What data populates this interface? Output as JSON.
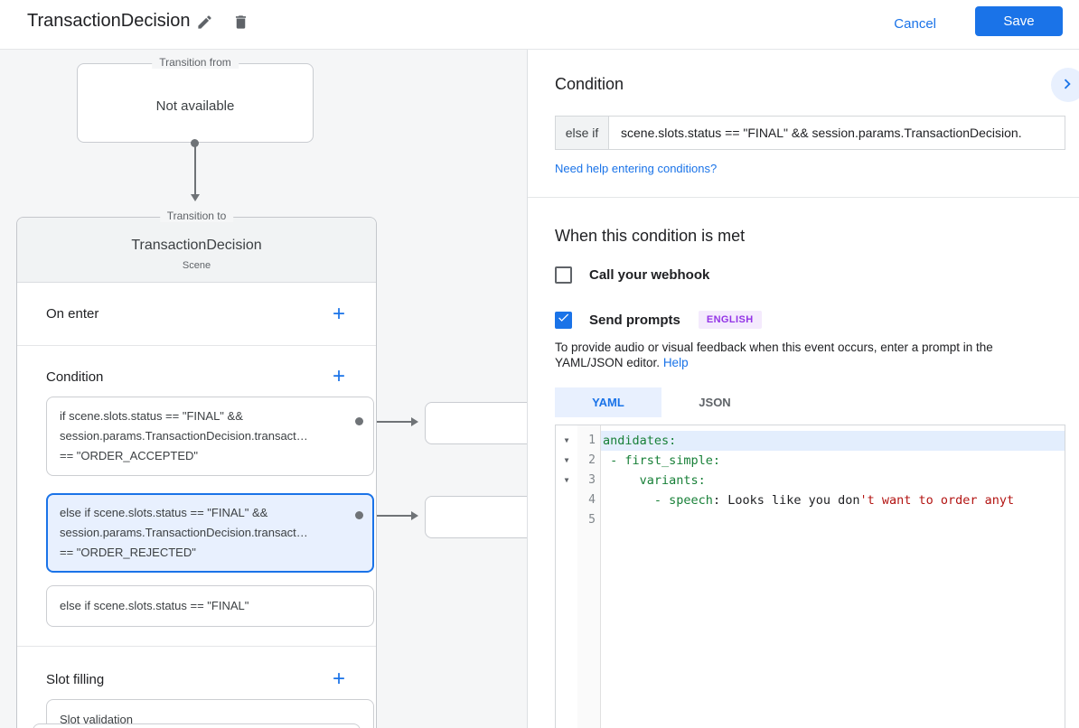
{
  "header": {
    "title": "TransactionDecision",
    "cancel_label": "Cancel",
    "save_label": "Save"
  },
  "diagram": {
    "transition_from": {
      "legend": "Transition from",
      "text": "Not available"
    },
    "scene": {
      "legend": "Transition to",
      "name": "TransactionDecision",
      "type_label": "Scene"
    },
    "on_enter": {
      "label": "On enter",
      "add_label": "+"
    },
    "condition": {
      "label": "Condition",
      "add_label": "+",
      "cards": [
        {
          "lines": [
            "if scene.slots.status == \"FINAL\" &&",
            "session.params.TransactionDecision.transact…",
            "== \"ORDER_ACCEPTED\""
          ]
        },
        {
          "lines": [
            "else if scene.slots.status == \"FINAL\" &&",
            "session.params.TransactionDecision.transact…",
            "== \"ORDER_REJECTED\""
          ]
        },
        {
          "lines": [
            "else if scene.slots.status == \"FINAL\""
          ]
        }
      ]
    },
    "slot_filling": {
      "label": "Slot filling",
      "add_label": "+",
      "cards": [
        {
          "lines": [
            "Slot validation"
          ]
        }
      ]
    }
  },
  "panel": {
    "title": "Condition",
    "condition_row": {
      "prefix": "else if",
      "value": "scene.slots.status == \"FINAL\" && session.params.TransactionDecision."
    },
    "help_link": "Need help entering conditions?",
    "when_met": {
      "title": "When this condition is met",
      "webhook_label": "Call your webhook",
      "prompts_label": "Send prompts",
      "language_badge": "ENGLISH",
      "description": "To provide audio or visual feedback when this event occurs, enter a prompt in the YAML/JSON editor.",
      "help_label": "Help"
    },
    "editor": {
      "tabs": {
        "yaml": "YAML",
        "json": "JSON"
      },
      "active_tab": "YAML",
      "lines": [
        {
          "number": 1,
          "fold": true,
          "highlighted": true,
          "segments": [
            {
              "type": "key",
              "text": "andidates:"
            }
          ]
        },
        {
          "number": 2,
          "fold": true,
          "segments": [
            {
              "type": "key",
              "text": " - first_simple:"
            }
          ]
        },
        {
          "number": 3,
          "fold": true,
          "segments": [
            {
              "type": "key",
              "text": "     variants:"
            }
          ]
        },
        {
          "number": 4,
          "segments": [
            {
              "type": "plain",
              "text": "       "
            },
            {
              "type": "key",
              "text": "- speech"
            },
            {
              "type": "plain",
              "text": ": Looks like you don"
            },
            {
              "type": "string",
              "text": "'t want to order anyt"
            }
          ]
        },
        {
          "number": 5,
          "segments": []
        }
      ]
    }
  },
  "colors": {
    "accent_blue": "#1a73e8",
    "selected_card_bg": "#e8f0fe",
    "canvas_bg": "#f5f6f7",
    "scene_header_bg": "#f1f3f4",
    "badge_bg": "#f4eafd",
    "badge_text": "#9334e6",
    "code_key_green": "#188038",
    "code_string_red": "#b31412"
  }
}
